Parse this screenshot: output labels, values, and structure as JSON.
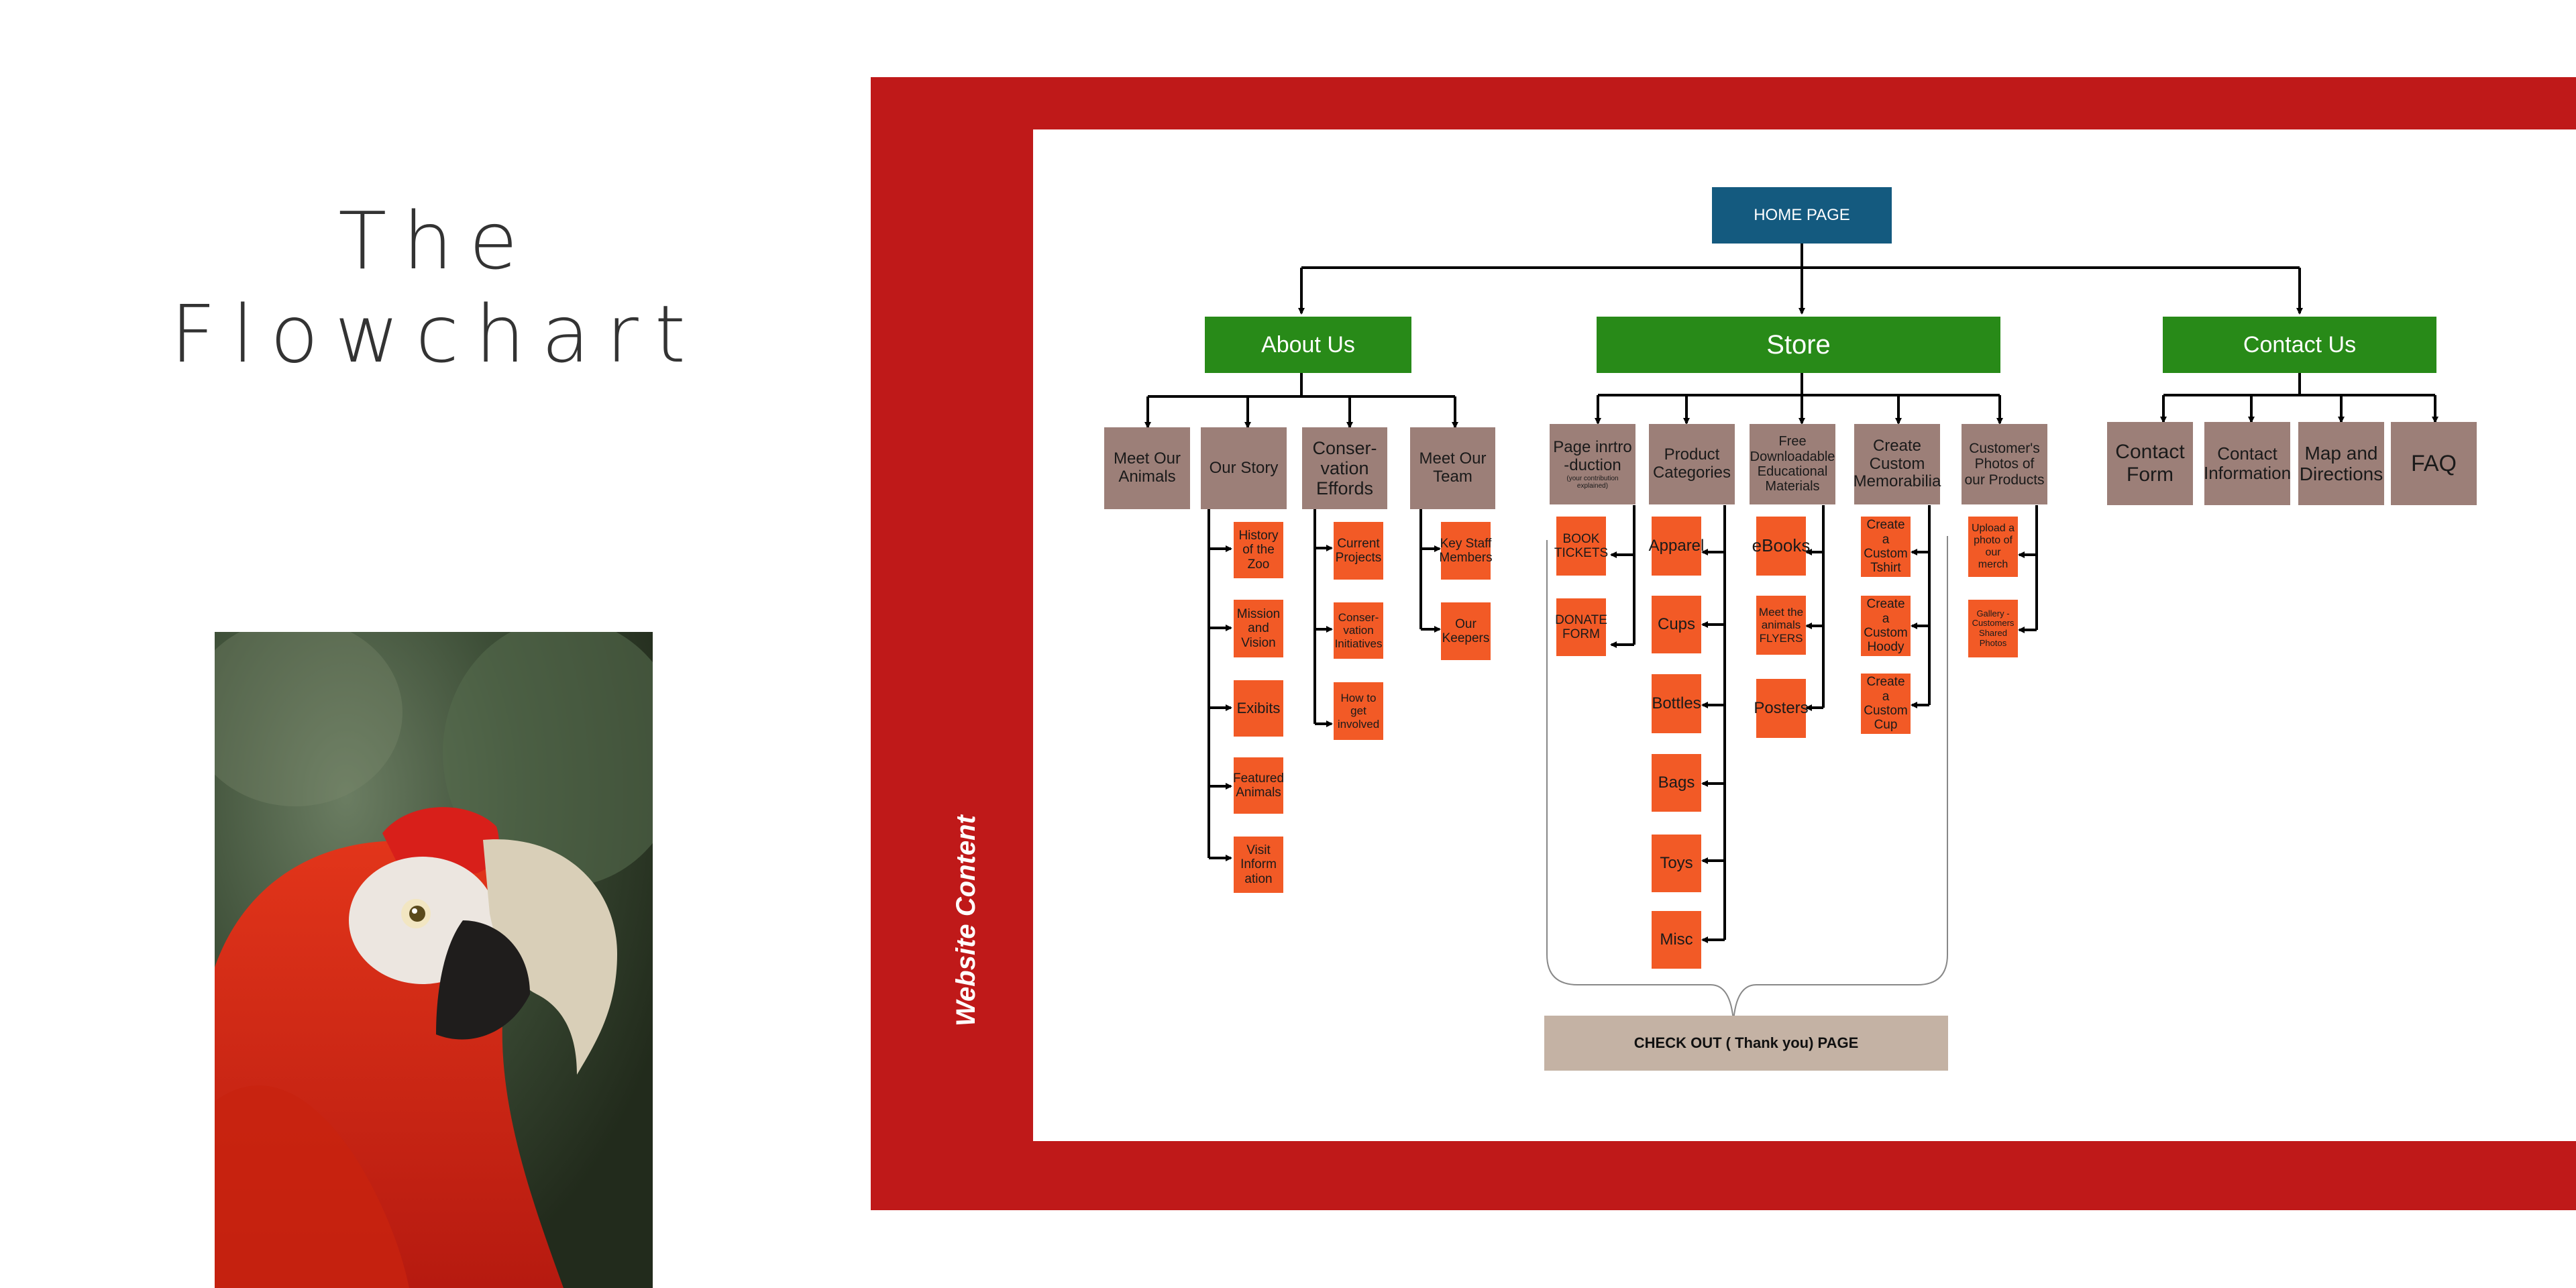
{
  "title": {
    "line1": "The",
    "line2": "Flowchart"
  },
  "side_label": "Website Content",
  "colors": {
    "frame": "#bf1919",
    "home": "#145a7f",
    "section": "#288a18",
    "subpage": "#9c7f78",
    "leaf": "#f25a26",
    "checkout": "#c4b2a4"
  },
  "photo": {
    "subject": "scarlet macaw parrot photo"
  },
  "home": "HOME PAGE",
  "sections": {
    "about": "About Us",
    "store": "Store",
    "contact": "Contact Us"
  },
  "about": {
    "meet_animals": "Meet Our Animals",
    "our_story": "Our Story",
    "conservation": "Conser-vation Effords",
    "meet_team": "Meet Our Team",
    "story_items": [
      "History of the Zoo",
      "Mission and Vision",
      "Exibits",
      "Featured Animals",
      "Visit Inform ation"
    ],
    "conservation_items": [
      "Current Projects",
      "Conser-vation Initiatives",
      "How to get involved"
    ],
    "team_items": [
      "Key Staff Members",
      "Our Keepers"
    ]
  },
  "store": {
    "intro": "Page inrtro -duction",
    "intro_note": "(your contribution explained)",
    "categories": "Product Categories",
    "free": "Free Downloadable Educational Materials",
    "custom": "Create Custom Memorabilia",
    "photos": "Customer's Photos of our Products",
    "intro_items": [
      "BOOK TICKETS",
      "DONATE FORM"
    ],
    "category_items": [
      "Apparel",
      "Cups",
      "Bottles",
      "Bags",
      "Toys",
      "Misc"
    ],
    "free_items": [
      "eBooks",
      "Meet the animals FLYERS",
      "Posters"
    ],
    "custom_items": [
      "Create a Custom Tshirt",
      "Create a Custom Hoody",
      "Create a Custom Cup"
    ],
    "photo_items": [
      "Upload a photo of our merch",
      "Gallery - Customers Shared Photos"
    ]
  },
  "contact": {
    "items": [
      "Contact Form",
      "Contact Information",
      "Map and Directions",
      "FAQ"
    ]
  },
  "checkout": "CHECK OUT ( Thank you) PAGE"
}
